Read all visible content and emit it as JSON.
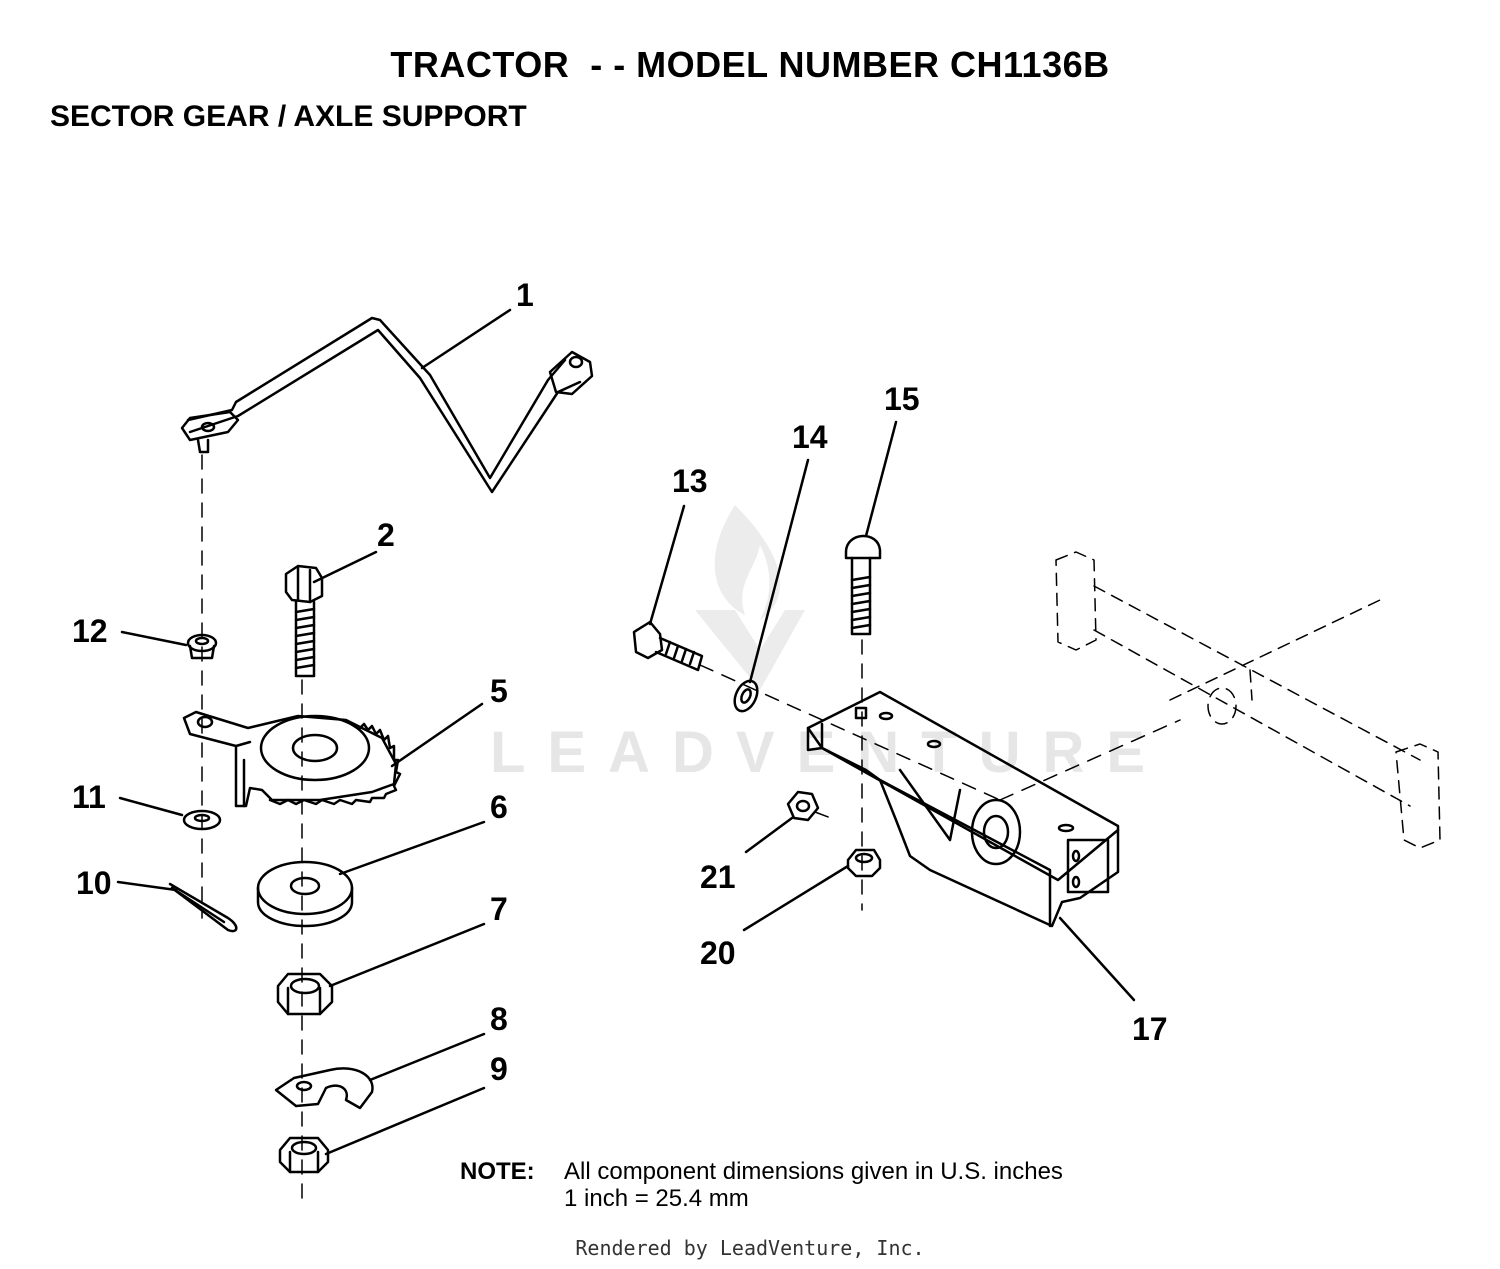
{
  "header": {
    "title": "TRACTOR  - - MODEL NUMBER CH1136B",
    "subtitle": "SECTOR GEAR / AXLE SUPPORT"
  },
  "watermark": {
    "text": "LEADVENTURE"
  },
  "callouts": [
    "1",
    "2",
    "5",
    "6",
    "7",
    "8",
    "9",
    "10",
    "11",
    "12",
    "13",
    "14",
    "15",
    "17",
    "20",
    "21"
  ],
  "note": {
    "label": "NOTE:",
    "line1": "All component dimensions given in U.S. inches",
    "line2": "1 inch = 25.4 mm"
  },
  "footer": "Rendered by LeadVenture, Inc."
}
